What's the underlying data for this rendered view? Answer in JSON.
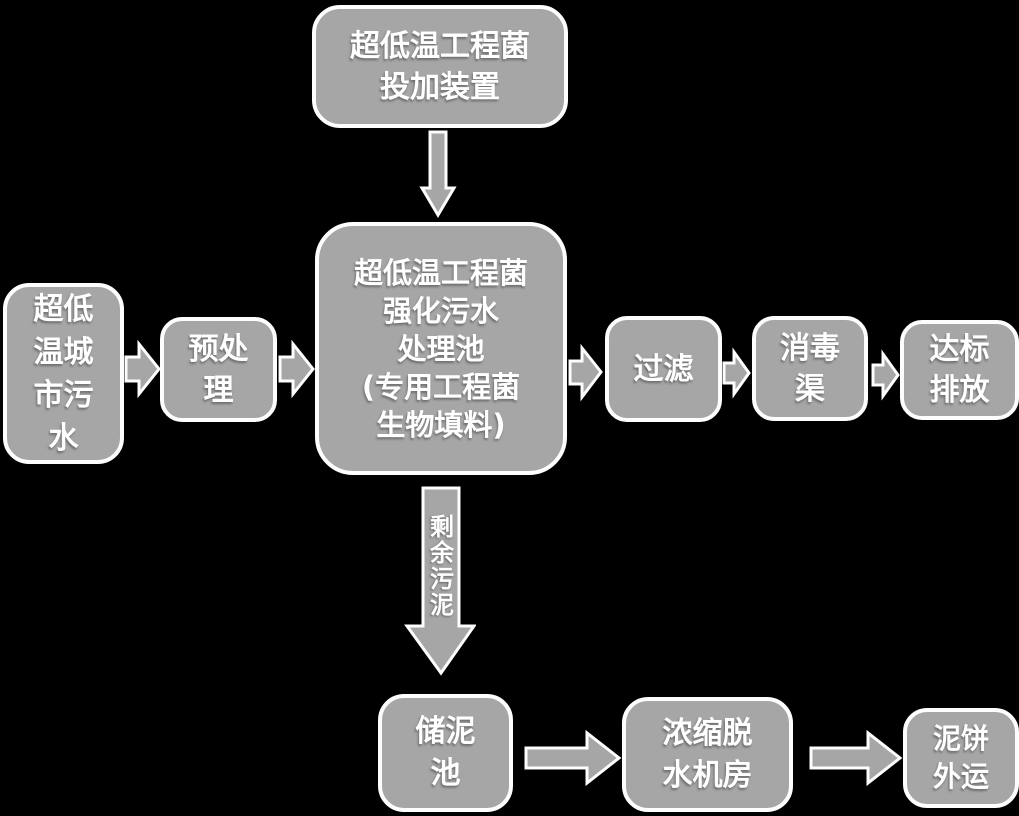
{
  "colors": {
    "background": "#000000",
    "node_fill": "#a6a6a6",
    "node_border": "#fdfdfd",
    "text": "#ffffff"
  },
  "nodes": {
    "dosing_device": {
      "lines": [
        "超低温工程菌",
        "投加装置"
      ]
    },
    "main_tank": {
      "lines": [
        "超低温工程菌",
        "强化污水",
        "处理池",
        "(专用工程菌",
        "生物填料)"
      ]
    },
    "influent": {
      "lines": [
        "超低",
        "温城",
        "市污",
        "水"
      ]
    },
    "pretreatment": {
      "lines": [
        "预处",
        "理"
      ]
    },
    "filtration": {
      "lines": [
        "过滤"
      ]
    },
    "disinfection_channel": {
      "lines": [
        "消毒",
        "渠"
      ]
    },
    "compliant_discharge": {
      "lines": [
        "达标",
        "排放"
      ]
    },
    "sludge_storage_tank": {
      "lines": [
        "储泥",
        "池"
      ]
    },
    "thickening_dewatering_room": {
      "lines": [
        "浓缩脱",
        "水机房"
      ]
    },
    "sludge_cake_transport": {
      "lines": [
        "泥饼",
        "外运"
      ]
    }
  },
  "edge_labels": {
    "excess_sludge": "剩余污泥"
  }
}
